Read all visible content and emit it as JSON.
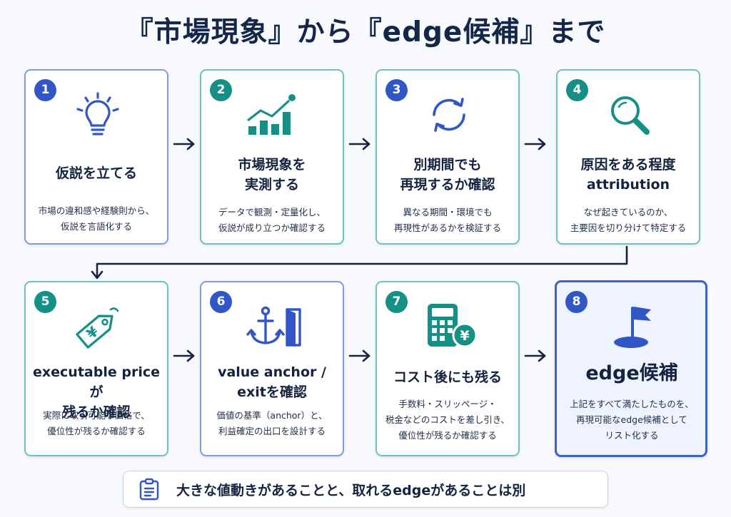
{
  "title": "『市場現象』から『edge候補』まで",
  "steps": [
    {
      "number": "1",
      "heading_lines": [
        "仮説を立てる"
      ],
      "desc_lines": [
        "市場の違和感や経験則から、",
        "仮説を言語化する"
      ],
      "icon": "lightbulb-icon"
    },
    {
      "number": "2",
      "heading_lines": [
        "市場現象を",
        "実測する"
      ],
      "desc_lines": [
        "データで観測・定量化し、",
        "仮説が成り立つか確認する"
      ],
      "icon": "bar-chart-icon"
    },
    {
      "number": "3",
      "heading_lines": [
        "別期間でも",
        "再現するか確認"
      ],
      "desc_lines": [
        "異なる期間・環境でも",
        "再現性があるかを検証する"
      ],
      "icon": "refresh-icon"
    },
    {
      "number": "4",
      "heading_lines": [
        "原因をある程度",
        "attribution"
      ],
      "desc_lines": [
        "なぜ起きているのか、",
        "主要因を切り分けて特定する"
      ],
      "icon": "magnifier-icon"
    },
    {
      "number": "5",
      "heading_lines": [
        "executable priceが",
        "残るか確認"
      ],
      "desc_lines": [
        "実際に取引可能な価格で、",
        "優位性が残るか確認する"
      ],
      "icon": "price-tag-icon",
      "icon_text": "¥"
    },
    {
      "number": "6",
      "heading_lines": [
        "value anchor /",
        "exitを確認"
      ],
      "desc_lines": [
        "価値の基準（anchor）と、",
        "利益確定の出口を設計する"
      ],
      "icon": "anchor-exit-icon"
    },
    {
      "number": "7",
      "heading_lines": [
        "コスト後にも残る"
      ],
      "desc_lines": [
        "手数料・スリッページ・",
        "税金などのコストを差し引き、",
        "優位性が残るか確認する"
      ],
      "icon": "calculator-yen-icon",
      "icon_text": "¥"
    },
    {
      "number": "8",
      "heading_lines": [
        "edge候補"
      ],
      "desc_lines": [
        "上記をすべて満たしたものを、",
        "再現可能なedge候補として",
        "リスト化する"
      ],
      "icon": "flag-icon"
    }
  ],
  "footer": {
    "text": "大きな値動きがあることと、取れるedgeがあることは別",
    "icon": "clipboard-icon"
  },
  "colors": {
    "blue": "#3157c6",
    "teal": "#168f86",
    "navy": "#142748",
    "final_bg": "#eef3ff"
  }
}
